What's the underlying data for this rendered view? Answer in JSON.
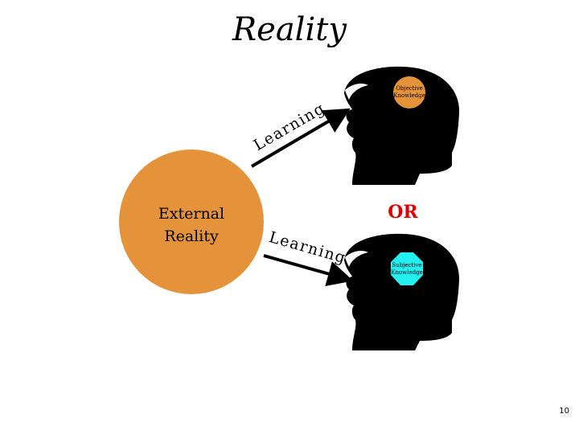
{
  "slide": {
    "title": "Reality",
    "page_number": "10",
    "or_label": "OR",
    "external_reality": [
      "External",
      "Reality"
    ],
    "upper_arrow_label": "Learning",
    "lower_arrow_label": "Learning",
    "objective_knowledge": [
      "Objective",
      "Knowledge"
    ],
    "subjective_knowledge": [
      "Subjective",
      "Knowledge"
    ]
  },
  "colors": {
    "external_circle": "#E5933A",
    "objective_circle": "#E5933A",
    "subjective_octagon": "#22F0F0",
    "or_text": "#E00000",
    "head_silhouette": "#000000"
  },
  "icons": {
    "heads": "head-silhouette-icon"
  }
}
